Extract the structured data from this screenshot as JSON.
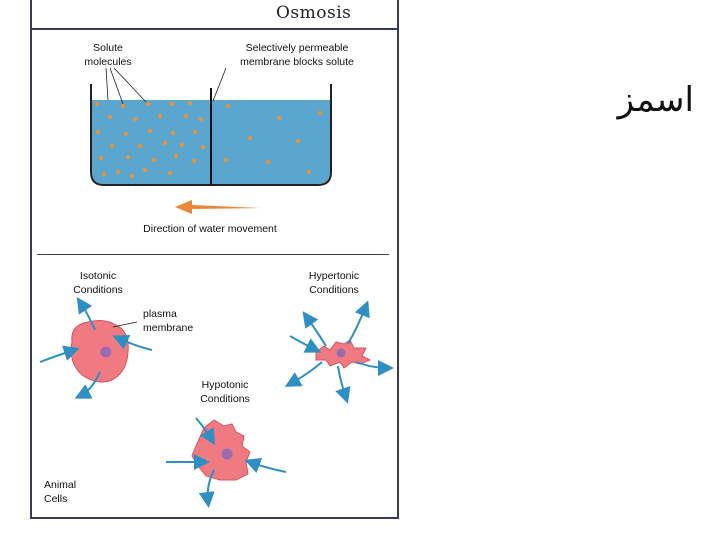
{
  "figure": {
    "title": "Osmosis",
    "solute_label": "Solute molecules",
    "membrane_label": "Selectively permeable membrane blocks solute",
    "direction_label": "Direction of water movement",
    "isotonic_label": "Isotonic Conditions",
    "plasma_label": "plasma membrane",
    "hypertonic_label": "Hypertonic Conditions",
    "hypotonic_label": "Hypotonic Conditions",
    "animal_label": "Animal Cells"
  },
  "side_caption": "اسمز",
  "colors": {
    "water": "#5aa6cf",
    "solute": "#e8913a",
    "arrow": "#2f8fc2",
    "cell": "#f07a82",
    "nucleus": "#9b6bb0",
    "water_arrow": "#e8873a",
    "frame": "#3a3a5e"
  }
}
